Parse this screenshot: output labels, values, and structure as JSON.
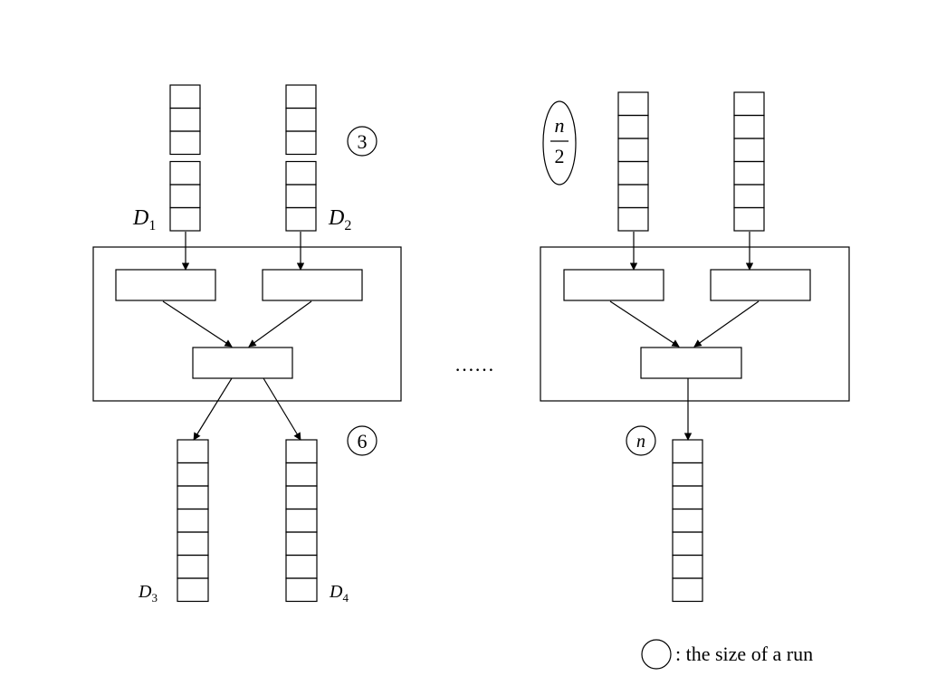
{
  "labels": {
    "d1": {
      "letter": "D",
      "sub": "1"
    },
    "d2": {
      "letter": "D",
      "sub": "2"
    },
    "d3": {
      "letter": "D",
      "sub": "3"
    },
    "d4": {
      "letter": "D",
      "sub": "4"
    }
  },
  "run_sizes": {
    "left_input": "3",
    "left_output": "6",
    "right_input_numerator": "n",
    "right_input_denominator": "2",
    "right_output": "n"
  },
  "ellipsis": "……",
  "legend": {
    "text": ": the size of a run"
  },
  "stacks": {
    "left_in_1": {
      "blocks": [
        3,
        3
      ]
    },
    "left_in_2": {
      "blocks": [
        3,
        3
      ]
    },
    "left_out_1": {
      "blocks": [
        7
      ]
    },
    "left_out_2": {
      "blocks": [
        7
      ]
    },
    "right_in_1": {
      "blocks": [
        6
      ]
    },
    "right_in_2": {
      "blocks": [
        6
      ]
    },
    "right_out": {
      "blocks": [
        7
      ]
    }
  }
}
